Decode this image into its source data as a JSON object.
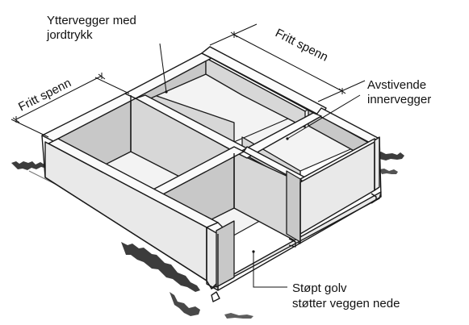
{
  "labels": {
    "outer_walls_line1": "Yttervegger med",
    "outer_walls_line2": "jordtrykk",
    "span_right": "Fritt spenn",
    "span_left": "Fritt spenn",
    "bracing_walls_line1": "Avstivende",
    "bracing_walls_line2": "innervegger",
    "floor_line1": "Støpt golv",
    "floor_line2": "støtter veggen nede"
  },
  "colors": {
    "line": "#1a1a1a",
    "wall_face": "#d7d7d7",
    "wall_top": "#fbfbfb",
    "floor": "#f3f3f3"
  }
}
